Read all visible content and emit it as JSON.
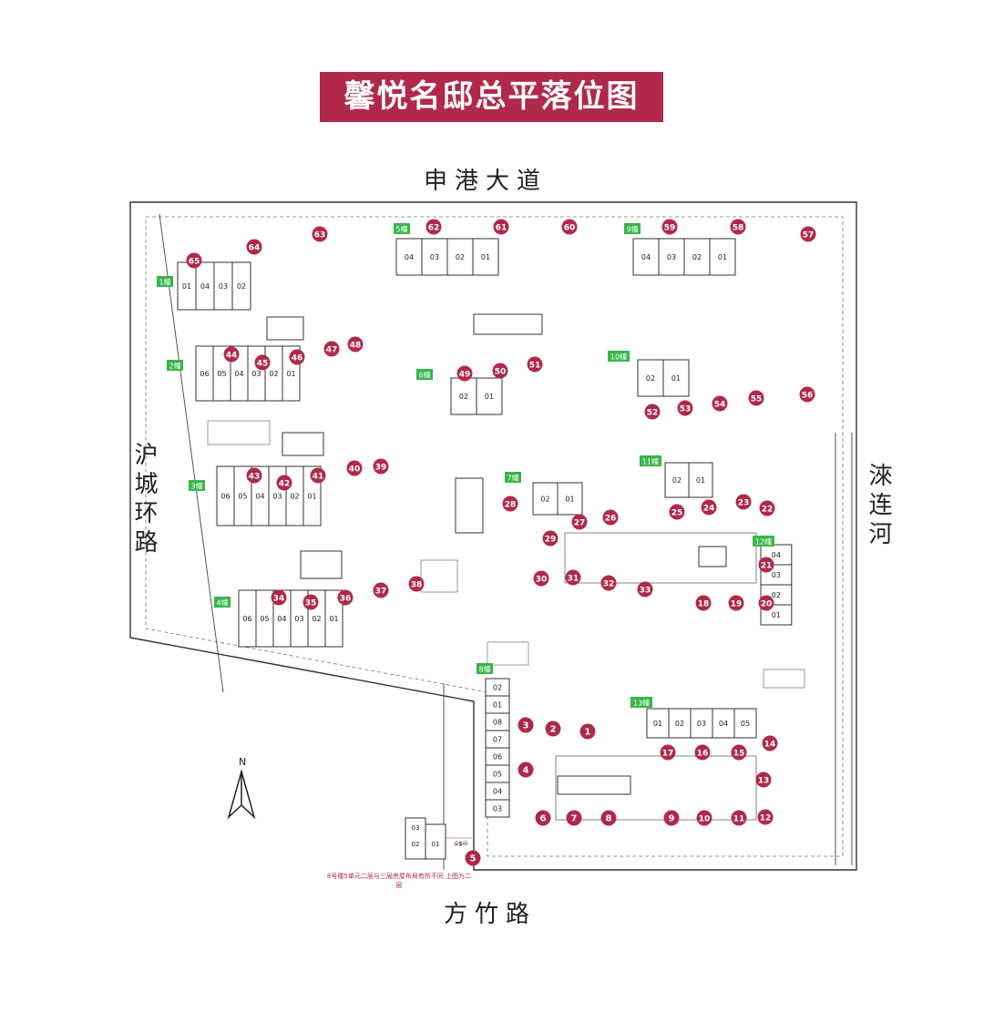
{
  "title": "馨悦名邸总平落位图",
  "roads": {
    "north": "申港大道",
    "west": "沪城环路",
    "east": "淶连河",
    "south": "方竹路"
  },
  "compass_label": "N",
  "note": "8号楼5单元二层与三层房屋布局有所不同 上图为二层",
  "small_building": {
    "units": [
      "03",
      "02",
      "01"
    ],
    "label": "设备间"
  },
  "colors": {
    "accent": "#b0294a",
    "tag": "#39b54a",
    "line": "#333333"
  },
  "buildings": [
    {
      "tag": "1幢",
      "units": [
        "01",
        "04",
        "03",
        "02"
      ]
    },
    {
      "tag": "2幢",
      "units": [
        "06",
        "05",
        "04",
        "03",
        "02",
        "01"
      ]
    },
    {
      "tag": "3幢",
      "units": [
        "06",
        "05",
        "04",
        "03",
        "02",
        "01"
      ]
    },
    {
      "tag": "4幢",
      "units": [
        "06",
        "05",
        "04",
        "03",
        "02",
        "01"
      ]
    },
    {
      "tag": "5幢",
      "units": [
        "04",
        "03",
        "02",
        "01"
      ]
    },
    {
      "tag": "6幢",
      "units": [
        "02",
        "01"
      ]
    },
    {
      "tag": "7幢",
      "units": [
        "02",
        "01"
      ]
    },
    {
      "tag": "8幢",
      "units": [
        "02",
        "01",
        "08",
        "07",
        "06",
        "05",
        "04",
        "03"
      ]
    },
    {
      "tag": "9幢",
      "units": [
        "04",
        "03",
        "02",
        "01"
      ]
    },
    {
      "tag": "10幢",
      "units": [
        "02",
        "01"
      ]
    },
    {
      "tag": "11幢",
      "units": [
        "02",
        "01"
      ]
    },
    {
      "tag": "12幢",
      "units": [
        "04",
        "03",
        "02",
        "01"
      ]
    },
    {
      "tag": "13幢",
      "units": [
        "01",
        "02",
        "03",
        "04",
        "05"
      ]
    }
  ],
  "markers": [
    "1",
    "2",
    "3",
    "4",
    "5",
    "6",
    "7",
    "8",
    "9",
    "10",
    "11",
    "12",
    "13",
    "14",
    "15",
    "16",
    "17",
    "18",
    "19",
    "20",
    "21",
    "22",
    "23",
    "24",
    "25",
    "26",
    "27",
    "28",
    "29",
    "30",
    "31",
    "32",
    "33",
    "34",
    "35",
    "36",
    "37",
    "38",
    "39",
    "40",
    "41",
    "42",
    "43",
    "44",
    "45",
    "46",
    "47",
    "48",
    "49",
    "50",
    "51",
    "52",
    "53",
    "54",
    "55",
    "56",
    "57",
    "58",
    "59",
    "60",
    "61",
    "62",
    "63",
    "64",
    "65"
  ]
}
